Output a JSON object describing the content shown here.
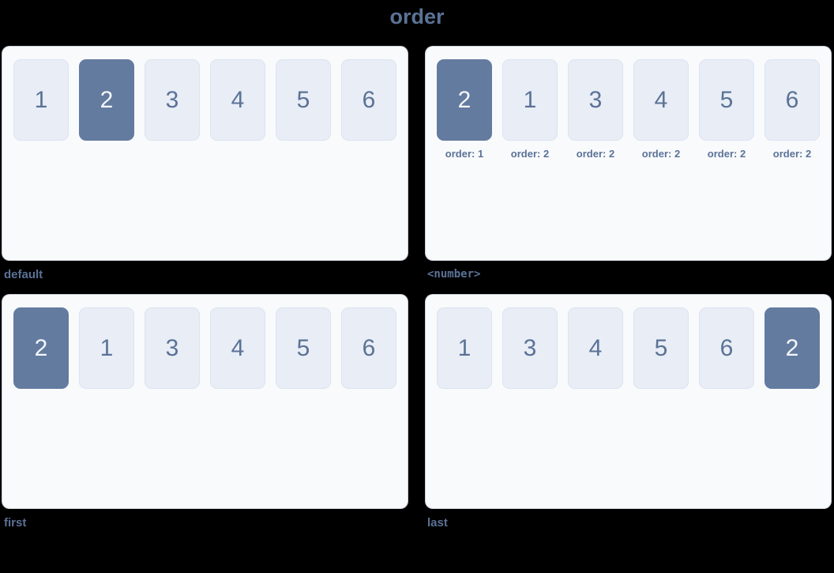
{
  "title": "order",
  "colors": {
    "background": "#000000",
    "panel_background": "#f8fafc",
    "box_background": "#e8edf6",
    "box_highlight": "#647ba0",
    "text_accent": "#5b7296",
    "text_on_highlight": "#f4f7fb"
  },
  "panels": [
    {
      "caption": "default",
      "caption_style": "sans",
      "show_order_labels": false,
      "items": [
        {
          "label": "1",
          "highlighted": false,
          "order_label": ""
        },
        {
          "label": "2",
          "highlighted": true,
          "order_label": ""
        },
        {
          "label": "3",
          "highlighted": false,
          "order_label": ""
        },
        {
          "label": "4",
          "highlighted": false,
          "order_label": ""
        },
        {
          "label": "5",
          "highlighted": false,
          "order_label": ""
        },
        {
          "label": "6",
          "highlighted": false,
          "order_label": ""
        }
      ]
    },
    {
      "caption": "<number>",
      "caption_style": "mono",
      "show_order_labels": true,
      "items": [
        {
          "label": "2",
          "highlighted": true,
          "order_label": "order: 1"
        },
        {
          "label": "1",
          "highlighted": false,
          "order_label": "order: 2"
        },
        {
          "label": "3",
          "highlighted": false,
          "order_label": "order: 2"
        },
        {
          "label": "4",
          "highlighted": false,
          "order_label": "order: 2"
        },
        {
          "label": "5",
          "highlighted": false,
          "order_label": "order: 2"
        },
        {
          "label": "6",
          "highlighted": false,
          "order_label": "order: 2"
        }
      ]
    },
    {
      "caption": "first",
      "caption_style": "sans",
      "show_order_labels": false,
      "items": [
        {
          "label": "2",
          "highlighted": true,
          "order_label": ""
        },
        {
          "label": "1",
          "highlighted": false,
          "order_label": ""
        },
        {
          "label": "3",
          "highlighted": false,
          "order_label": ""
        },
        {
          "label": "4",
          "highlighted": false,
          "order_label": ""
        },
        {
          "label": "5",
          "highlighted": false,
          "order_label": ""
        },
        {
          "label": "6",
          "highlighted": false,
          "order_label": ""
        }
      ]
    },
    {
      "caption": "last",
      "caption_style": "sans",
      "show_order_labels": false,
      "items": [
        {
          "label": "1",
          "highlighted": false,
          "order_label": ""
        },
        {
          "label": "3",
          "highlighted": false,
          "order_label": ""
        },
        {
          "label": "4",
          "highlighted": false,
          "order_label": ""
        },
        {
          "label": "5",
          "highlighted": false,
          "order_label": ""
        },
        {
          "label": "6",
          "highlighted": false,
          "order_label": ""
        },
        {
          "label": "2",
          "highlighted": true,
          "order_label": ""
        }
      ]
    }
  ]
}
